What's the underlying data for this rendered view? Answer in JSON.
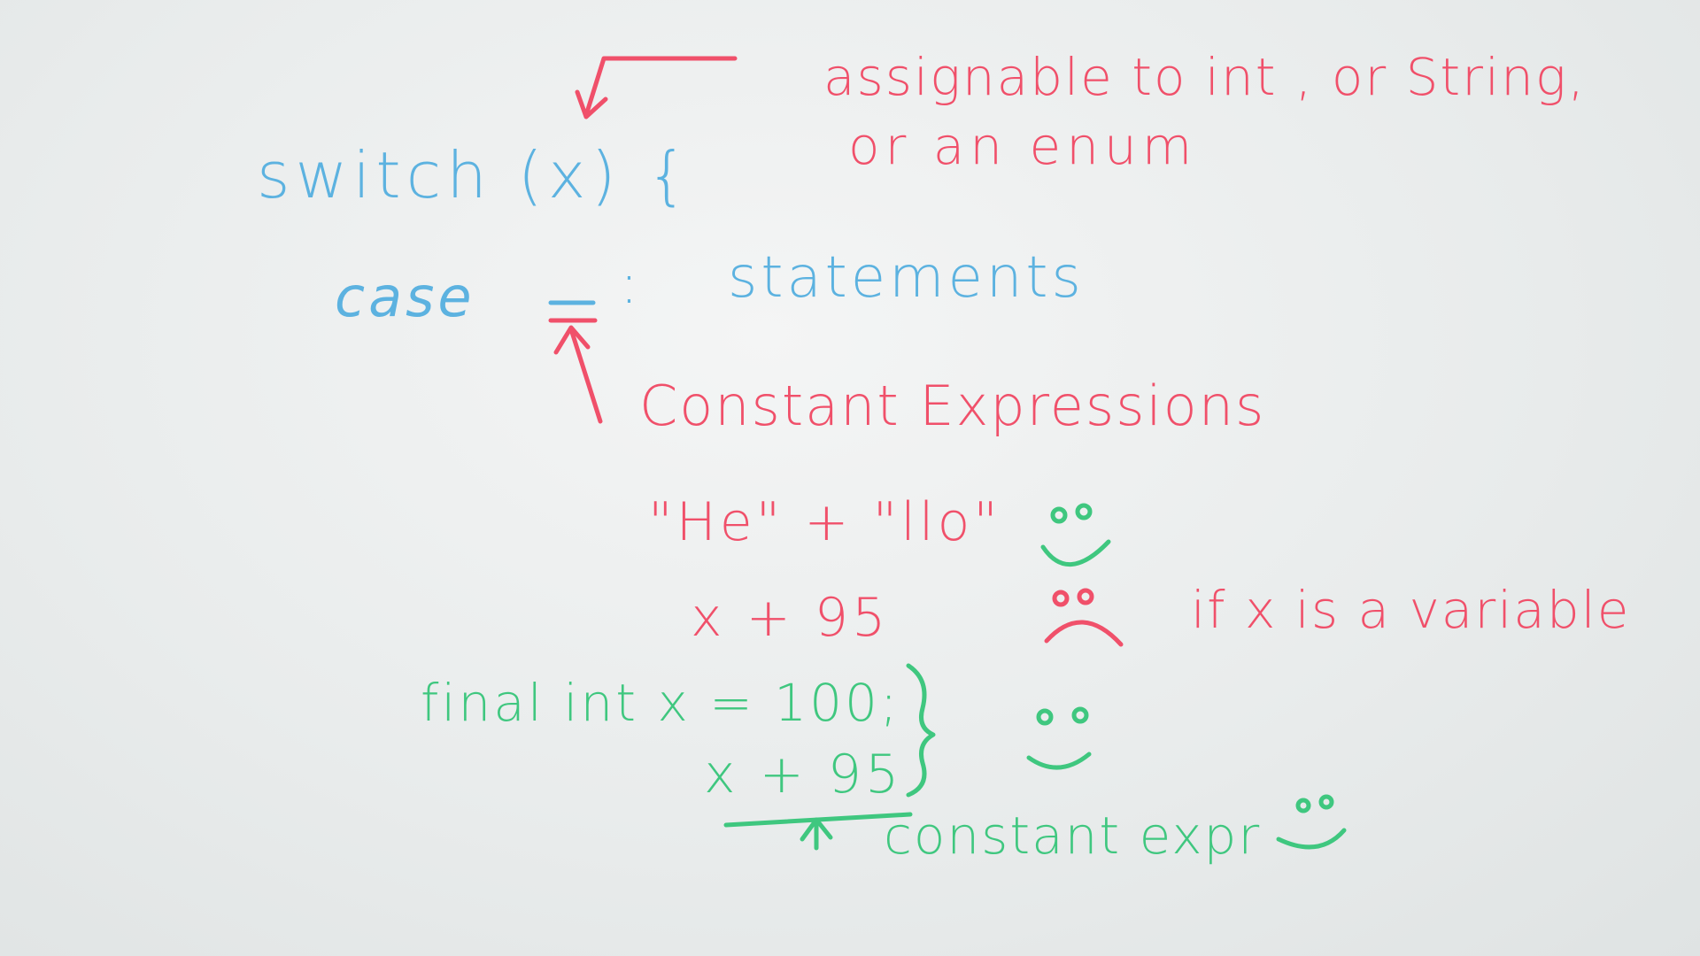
{
  "board": {
    "code": {
      "switch_line": "switch (x) {",
      "case_word": "case",
      "case_blank": "_",
      "case_colon": ":",
      "statements": "statements"
    },
    "annotations": {
      "switch_arg_line1": "assignable to int , or String,",
      "switch_arg_line2": "or an enum",
      "constant_expressions": "Constant Expressions"
    },
    "examples": [
      {
        "expr": "\"He\" + \"llo\"",
        "verdict": "happy-face-icon"
      },
      {
        "expr": "x + 95",
        "verdict": "sad-face-icon",
        "note": "if x is a variable"
      }
    ],
    "final_example": {
      "decl": "final int x = 100;",
      "expr": "x + 95",
      "verdict": "happy-face-icon",
      "note": "constant expr"
    },
    "ink_colors": {
      "blue": "#5cb2e0",
      "red": "#f0506a",
      "green": "#3fc77f"
    }
  }
}
